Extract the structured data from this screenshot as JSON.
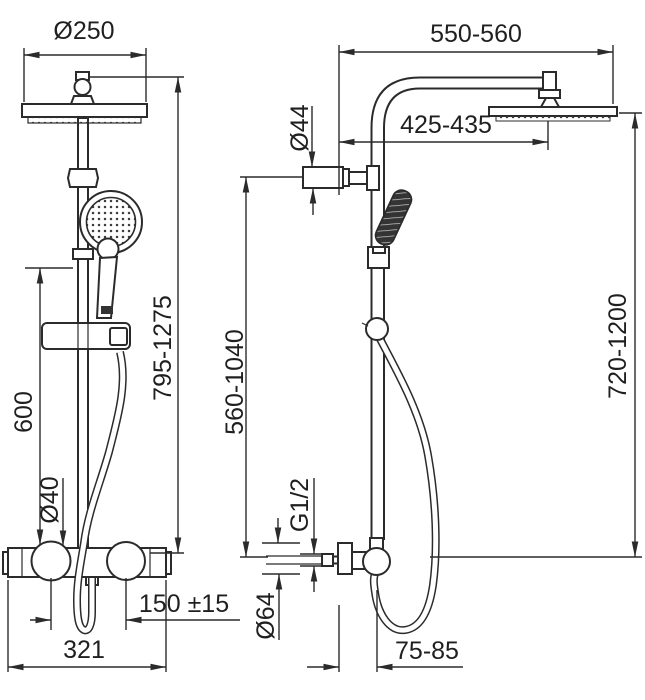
{
  "drawing": {
    "type": "technical-dimension-drawing",
    "subject": "shower-column-system-two-views",
    "background": "#ffffff",
    "line_color": "#2b2b2b"
  },
  "dims": {
    "front": {
      "head_diameter": "Ø250",
      "overall_height": "795-1275",
      "rail_length": "600",
      "pipe_diameter": "Ø40",
      "valve_center_distance": "150 ±15",
      "mixer_width": "321"
    },
    "side": {
      "total_reach": "550-560",
      "head_reach": "425-435",
      "bracket_diameter": "Ø44",
      "riser_height": "560-1040",
      "column_height": "720-1200",
      "connection_thread": "G1/2",
      "escutcheon_diameter": "Ø64",
      "wall_distance": "75-85"
    }
  }
}
